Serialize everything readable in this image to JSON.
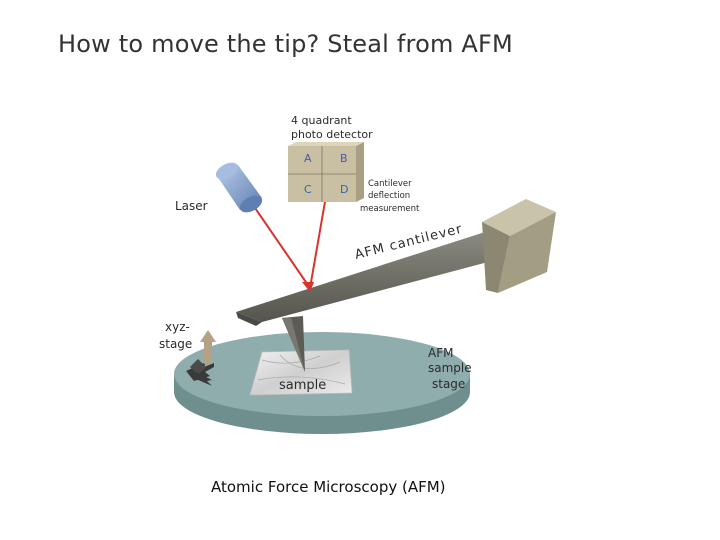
{
  "title": "How to move the tip?  Steal from AFM",
  "caption": "Atomic Force Microscopy (AFM)",
  "diagram": {
    "detector_label_line1": "4 quadrant",
    "detector_label_line2": "photo detector",
    "quadrants": [
      "A",
      "B",
      "C",
      "D"
    ],
    "laser_label": "Laser",
    "deflection_line1": "Cantilever",
    "deflection_line2": "deflection",
    "deflection_line3": "measurement",
    "cantilever_label": "AFM cantilever",
    "xyz_line1": "xyz-",
    "xyz_line2": "stage",
    "sample_label": "sample",
    "stage_line1": "AFM",
    "stage_line2": "sample",
    "stage_line3": "stage"
  },
  "colors": {
    "laser_beam": "#d9332b",
    "detector": "#c9bfa3",
    "stage_top": "#8fadad",
    "stage_side": "#6f8e8e",
    "cantilever": "#6e6e64",
    "laser_body": "#8ea6cf",
    "quadrant_text": "#3a5fb0"
  }
}
